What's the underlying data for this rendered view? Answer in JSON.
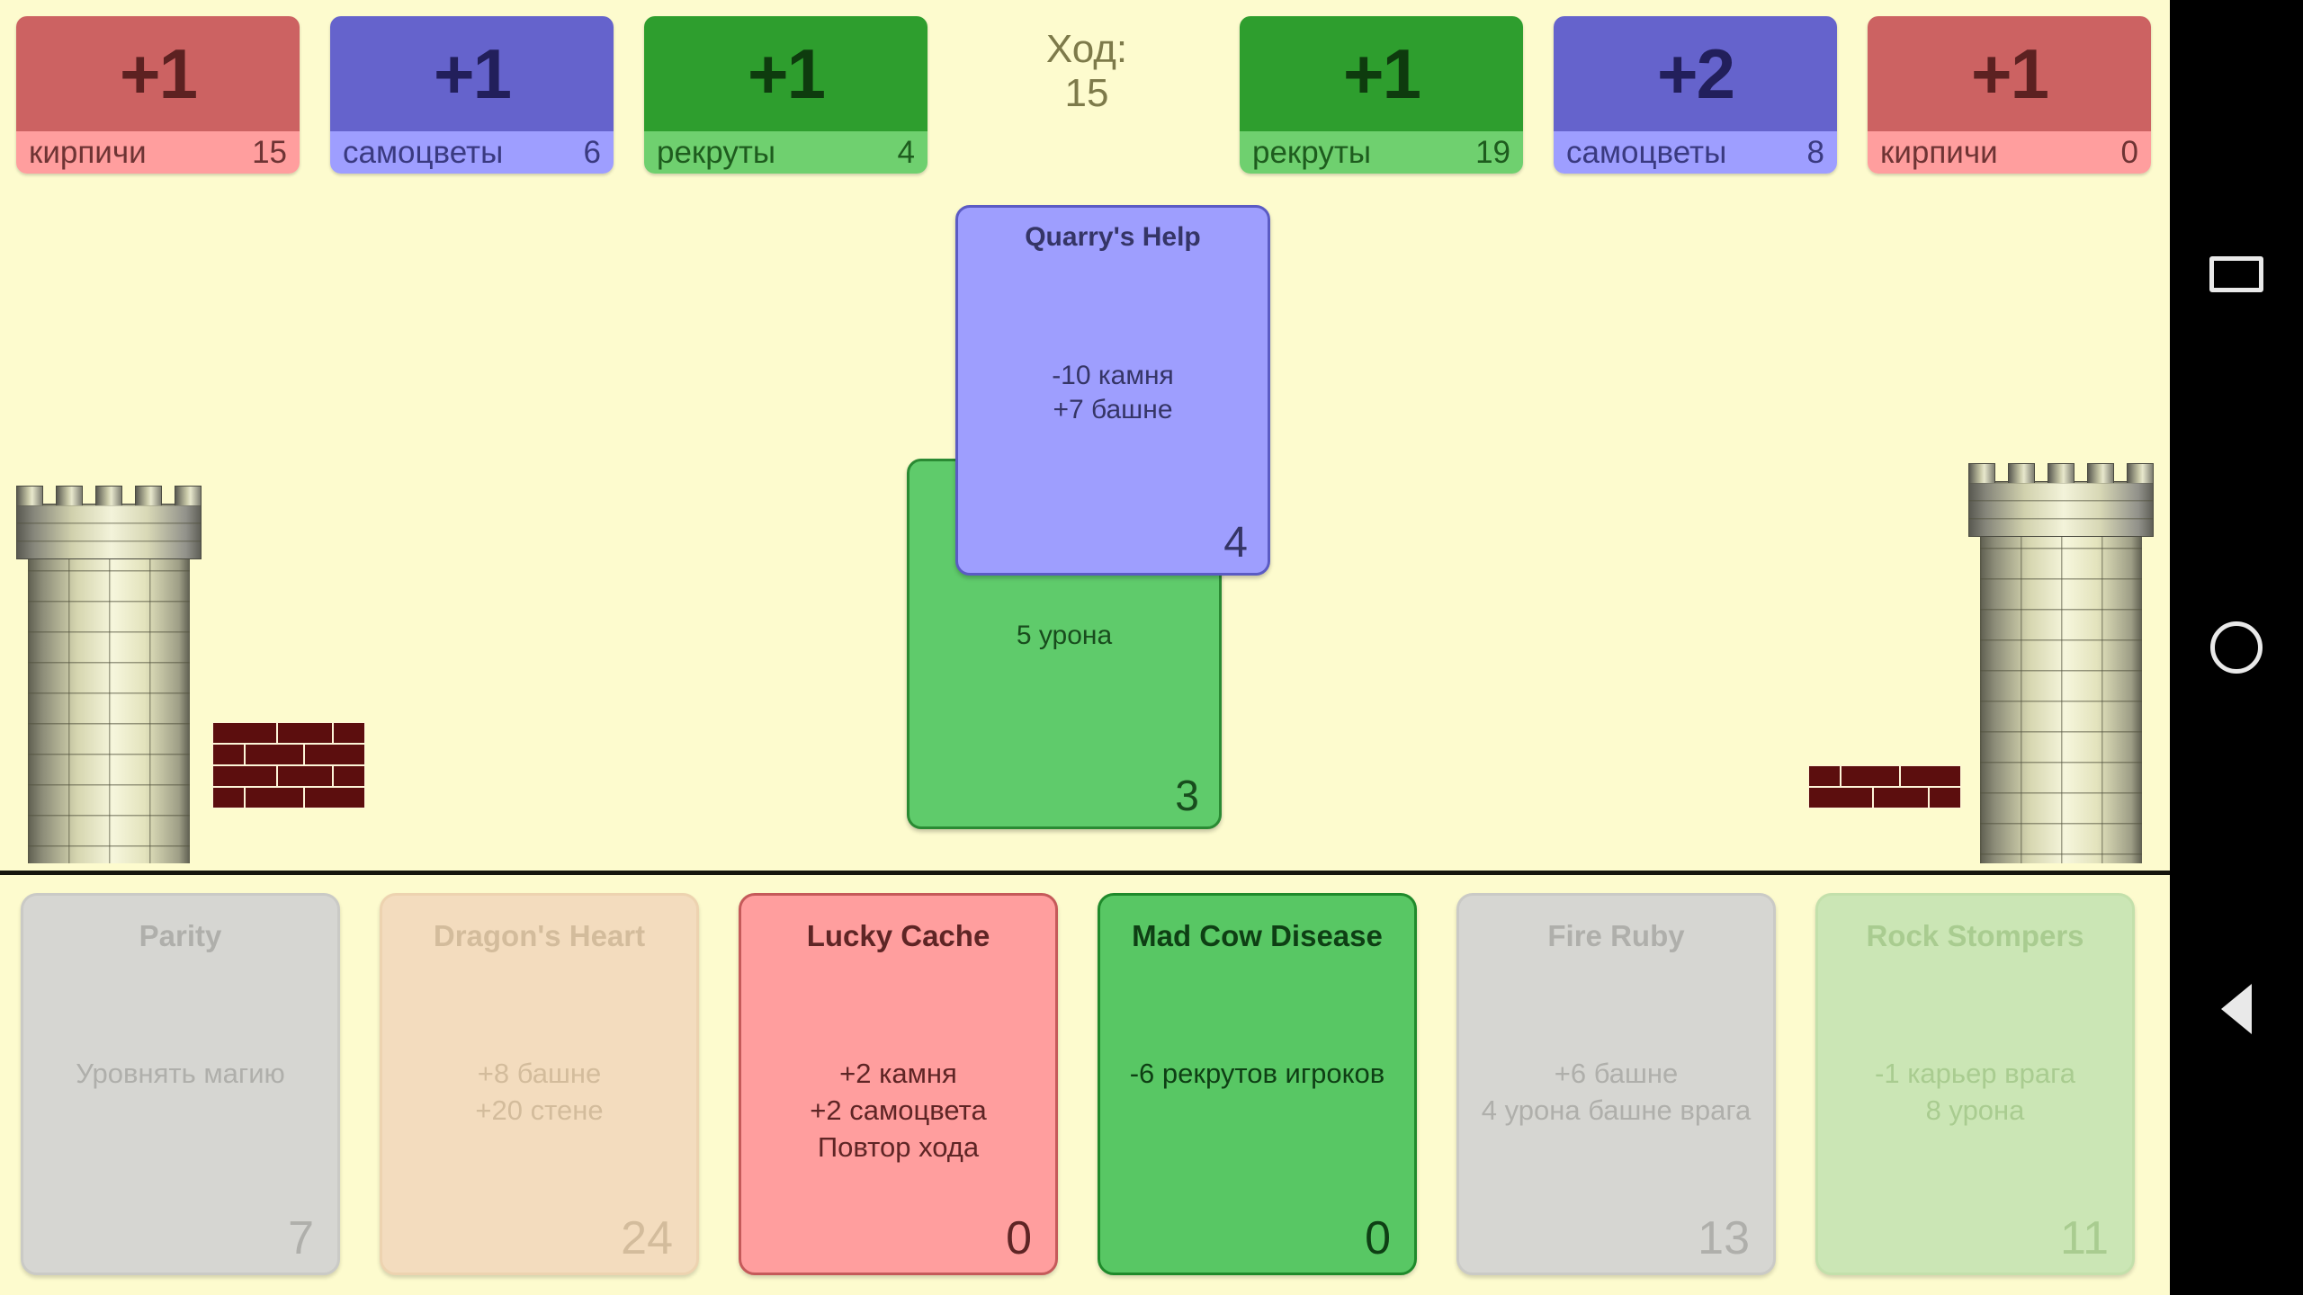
{
  "background_color": "#FDFBCE",
  "turn": {
    "label": "Ход:",
    "value": "15"
  },
  "resources": {
    "player": [
      {
        "name": "bricks",
        "gain": "+1",
        "label": "кирпичи",
        "value": "15",
        "theme": "r-bricks"
      },
      {
        "name": "gems",
        "gain": "+1",
        "label": "самоцветы",
        "value": "6",
        "theme": "r-gems"
      },
      {
        "name": "recruits",
        "gain": "+1",
        "label": "рекруты",
        "value": "4",
        "theme": "r-recruit"
      }
    ],
    "enemy": [
      {
        "name": "recruits",
        "gain": "+1",
        "label": "рекруты",
        "value": "19",
        "theme": "r-recruit"
      },
      {
        "name": "gems",
        "gain": "+2",
        "label": "самоцветы",
        "value": "8",
        "theme": "r-gems"
      },
      {
        "name": "bricks",
        "gain": "+1",
        "label": "кирпичи",
        "value": "0",
        "theme": "r-bricks"
      }
    ]
  },
  "battlefield": {
    "player": {
      "tower_meter": "33/75",
      "wall_meter": "15/50",
      "wall_rows": 4
    },
    "enemy": {
      "tower_meter": "39/75",
      "wall_meter": "5/50",
      "wall_rows": 2
    }
  },
  "board_cards": [
    {
      "name": "quarrys-help",
      "title": "Quarry's Help",
      "line1": "-10 камня",
      "line2": "+7 башне",
      "cost": "4",
      "theme": "bc-violet",
      "color": "#9E9EFE"
    },
    {
      "name": "damage-card",
      "title": "",
      "line1": "5 урона",
      "line2": "",
      "cost": "3",
      "theme": "bc-green",
      "color": "#5FCB6B"
    }
  ],
  "hand": [
    {
      "name": "parity",
      "title": "Parity",
      "line1": "Уровнять магию",
      "line2": "",
      "line3": "",
      "cost": "7",
      "theme": "hc-grey",
      "enabled": false
    },
    {
      "name": "dragons-heart",
      "title": "Dragon's Heart",
      "line1": "+8 башне",
      "line2": "+20 стене",
      "line3": "",
      "cost": "24",
      "theme": "hc-tan",
      "enabled": false
    },
    {
      "name": "lucky-cache",
      "title": "Lucky Cache",
      "line1": "+2 камня",
      "line2": "+2 самоцвета",
      "line3": "Повтор хода",
      "cost": "0",
      "theme": "hc-red",
      "enabled": true
    },
    {
      "name": "mad-cow-disease",
      "title": "Mad Cow Disease",
      "line1": "-6 рекрутов игроков",
      "line2": "",
      "line3": "",
      "cost": "0",
      "theme": "hc-green",
      "enabled": true
    },
    {
      "name": "fire-ruby",
      "title": "Fire Ruby",
      "line1": "+6 башне",
      "line2": "4 урона башне врага",
      "line3": "",
      "cost": "13",
      "theme": "hc-grey",
      "enabled": false
    },
    {
      "name": "rock-stompers",
      "title": "Rock Stompers",
      "line1": "-1 карьер врага",
      "line2": "8 урона",
      "line3": "",
      "cost": "11",
      "theme": "hc-lightgrn",
      "enabled": false
    }
  ],
  "navbar": {
    "recents": "square-icon",
    "home": "circle-icon",
    "back": "triangle-back-icon"
  }
}
